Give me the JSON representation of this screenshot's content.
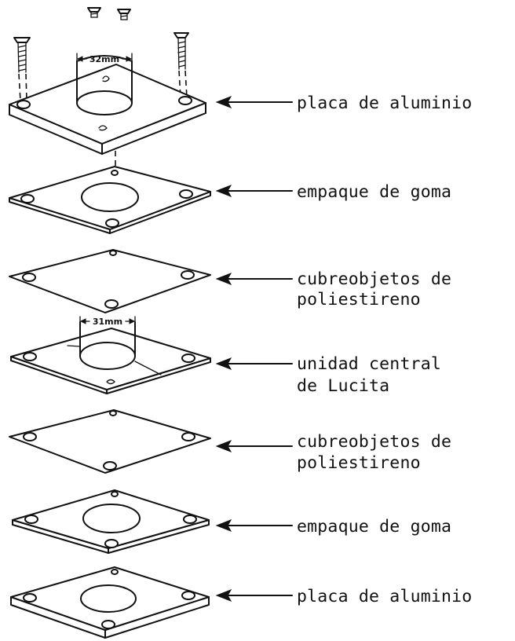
{
  "labels": {
    "layer1": "placa de aluminio",
    "layer2": "empaque de goma",
    "layer3_line1": "cubreobjetos de",
    "layer3_line2": "poliestireno",
    "layer4_line1": "unidad central",
    "layer4_line2": "de Lucita",
    "layer5_line1": "cubreobjetos de",
    "layer5_line2": "poliestireno",
    "layer6": "empaque de goma",
    "layer7": "placa de aluminio"
  },
  "dimensions": {
    "top_hole": "32mm",
    "center_hole": "31mm"
  }
}
